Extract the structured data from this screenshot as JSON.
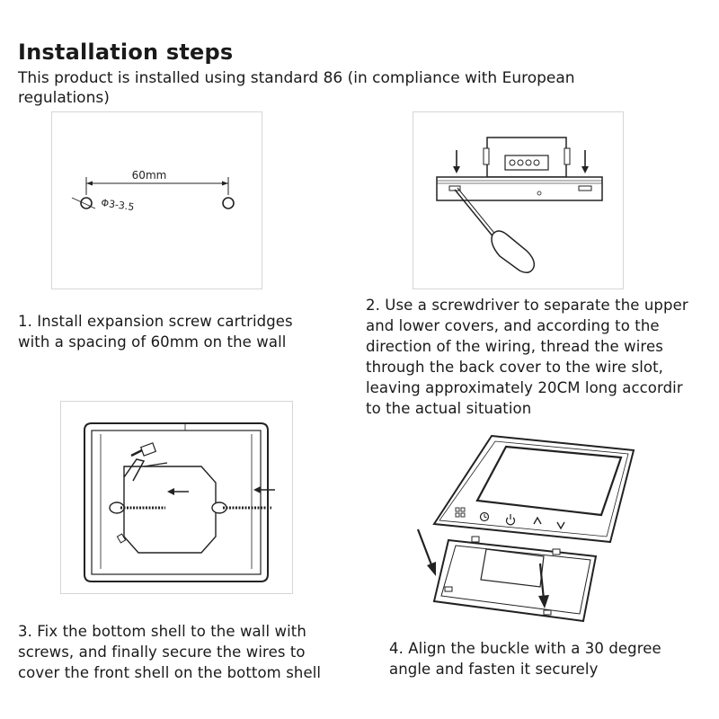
{
  "page": {
    "title": "Installation steps",
    "intro": "This product is installed using standard 86 (in compliance with European regulations)"
  },
  "steps": [
    {
      "text": "1. Install expansion screw cartridges\nwith a spacing of 60mm on the wall",
      "figure_labels": {
        "spacing": "60mm",
        "diameter": "Φ3-3.5"
      }
    },
    {
      "text": "2. Use a screwdriver to separate the upper\nand lower covers, and according to the\ndirection of the wiring, thread the wires\nthrough the back cover to the wire slot,\nleaving approximately 20CM long accordir\n to the actual situation"
    },
    {
      "text": "3. Fix the bottom shell to the wall with\nscrews, and finally secure the wires to\ncover the front shell on the bottom shell"
    },
    {
      "text": "4. Align the buckle with a 30 degree\nangle and fasten it securely"
    }
  ],
  "icons": {
    "device_buttons": [
      "grid-icon",
      "clock-icon",
      "power-icon",
      "up-arrow-icon",
      "down-arrow-icon"
    ]
  }
}
